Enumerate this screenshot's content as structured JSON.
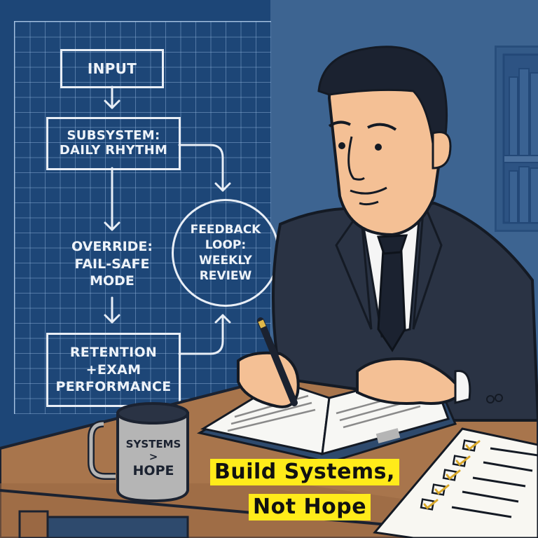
{
  "scene": {
    "description": "Cartoon illustration of a businessman in a dark suit writing in a notebook at a desk, beside a blueprint flowchart",
    "colors": {
      "blueprint_bg": "#1d4677",
      "wall_bg": "#3d6491",
      "line_white": "#e8eef6",
      "desk_wood": "#a8754c",
      "suit": "#2a3344",
      "skin": "#f4c095",
      "highlight_yellow": "#ffeb1a"
    }
  },
  "flowchart": {
    "input": "INPUT",
    "subsystem_line1": "SUBSYSTEM:",
    "subsystem_line2": "DAILY RHYTHM",
    "override_line1": "OVERRIDE:",
    "override_line2": "FAIL-SAFE",
    "override_line3": "MODE",
    "retention_line1": "RETENTION",
    "retention_line2": "+EXAM",
    "retention_line3": "PERFORMANCE",
    "feedback_line1": "FEEDBACK",
    "feedback_line2": "LOOP:",
    "feedback_line3": "WEEKLY",
    "feedback_line4": "REVIEW"
  },
  "mug": {
    "line1": "SYSTEMS",
    "line2": ">",
    "line3": "HOPE"
  },
  "headline": {
    "line1": "Build Systems,",
    "line2": "Not Hope"
  },
  "checklist": {
    "items_checked": 5
  }
}
